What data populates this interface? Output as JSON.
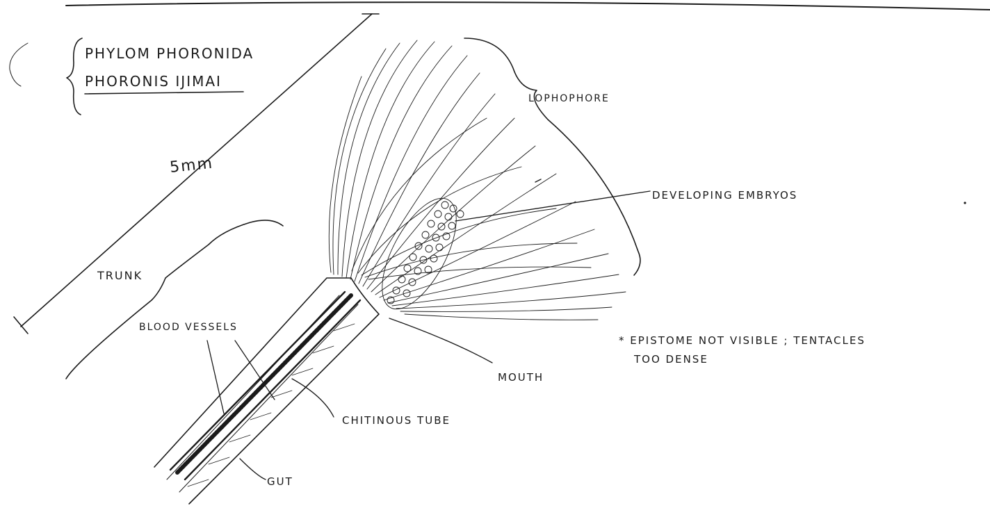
{
  "title": {
    "phylum": "PHYLOM PHORONIDA",
    "species": "PHORONIS IJIMAI"
  },
  "scale": {
    "label": "5mm"
  },
  "labels": {
    "lophophore": "LOPHOPHORE",
    "developing_embryos": "DEVELOPING EMBRYOS",
    "trunk": "TRUNK",
    "blood_vessels": "BLOOD VESSELS",
    "mouth": "MOUTH",
    "chitinous_tube": "CHITINOUS TUBE",
    "gut": "GUT"
  },
  "note": {
    "line1": "* EPISTOME NOT VISIBLE ; TENTACLES",
    "line2": "TOO DENSE"
  },
  "colors": {
    "ink": "#1a1a1a",
    "paper": "#ffffff"
  }
}
